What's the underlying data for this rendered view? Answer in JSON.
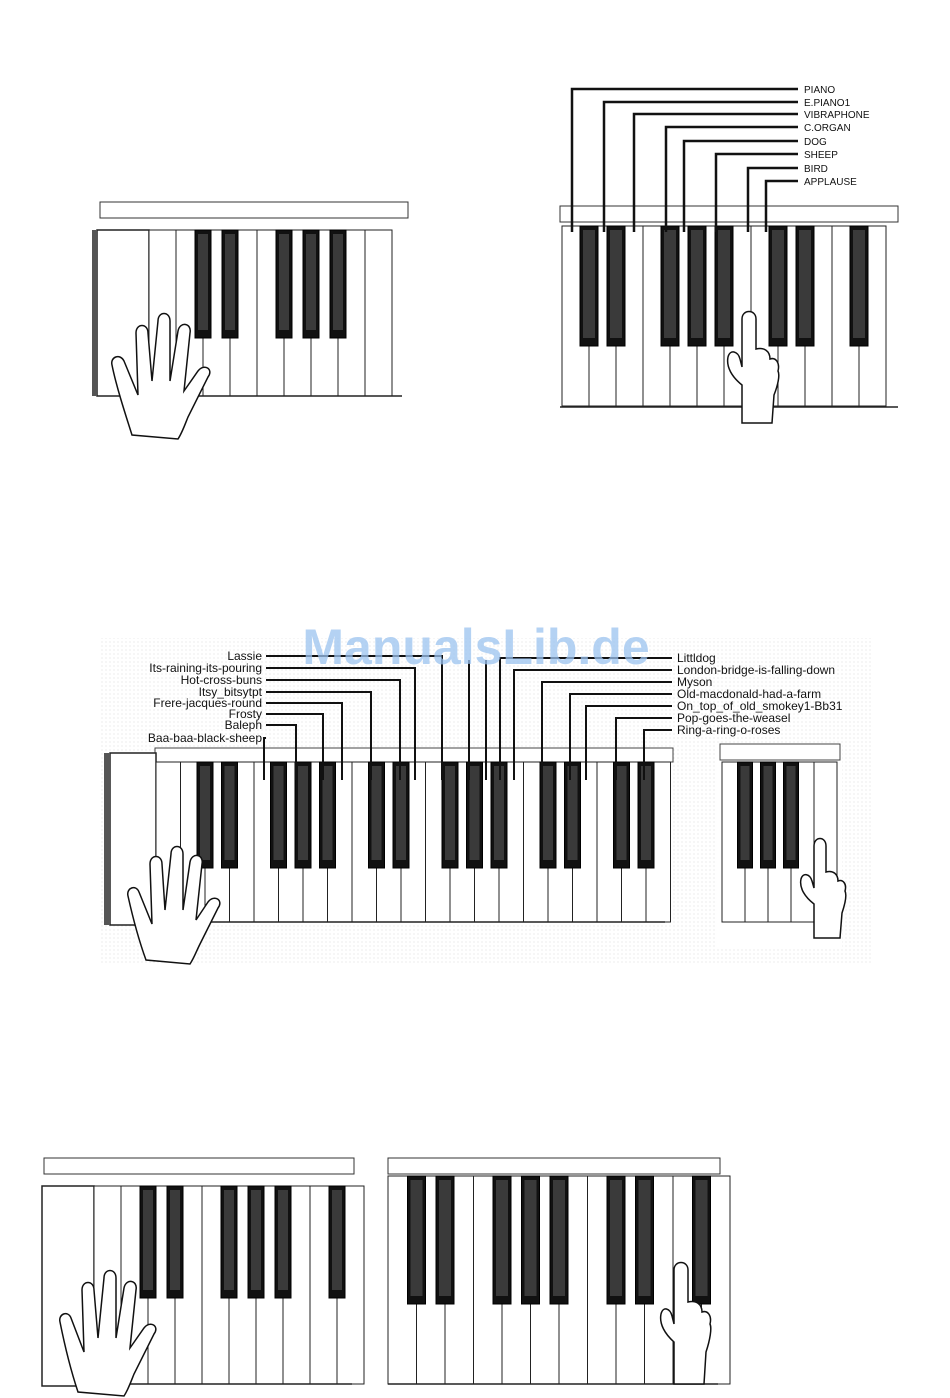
{
  "watermark": "ManualsLib.de",
  "voice_labels": [
    "PIANO",
    "E.PIANO1",
    "VIBRAPHONE",
    "C.ORGAN",
    "DOG",
    "SHEEP",
    "BIRD",
    "APPLAUSE"
  ],
  "song_labels_left": [
    "Lassie",
    "Its-raining-its-pouring",
    "Hot-cross-buns",
    "Itsy_bitsytpt",
    "Frere-jacques-round",
    "Frosty",
    "Baleph",
    "Baa-baa-black-sheep"
  ],
  "song_labels_right": [
    "Littldog",
    "London-bridge-is-falling-down",
    "Myson",
    "Old-macdonald-had-a-farm",
    "On_top_of_old_smokey1-Bb31",
    "Pop-goes-the-weasel",
    "Ring-a-ring-o-roses"
  ]
}
